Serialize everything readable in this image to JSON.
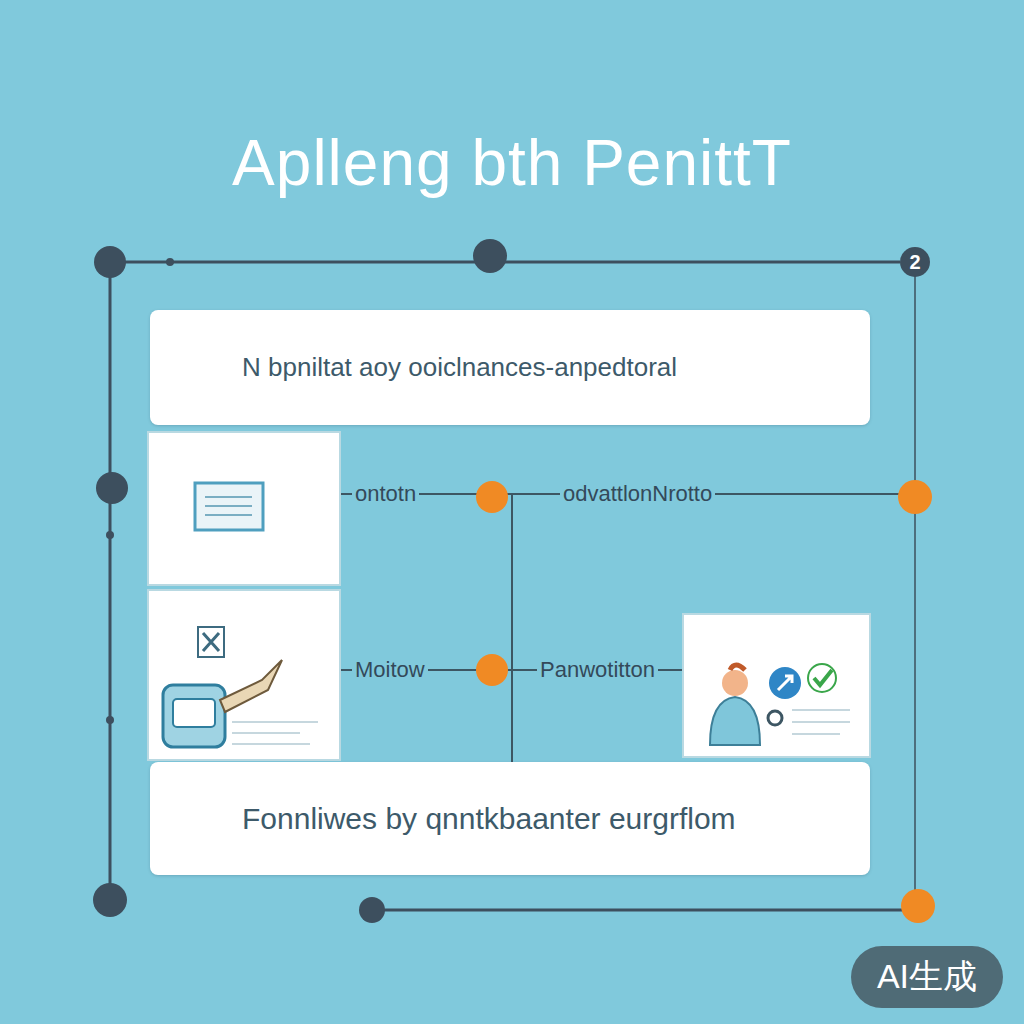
{
  "diagram": {
    "title": "Aplleng bth PenittT",
    "nodes": [
      {
        "text": [
          "N bpniltat aoy ooiclnances-anpedtoral"
        ]
      },
      {
        "text": [
          "Fonnliwes by qnntkbaanter eurgrflom"
        ]
      }
    ],
    "labels": [
      "ontotn",
      "odvattlonNrotto",
      "Moitow",
      "Panwotitton",
      "2",
      "AI生成"
    ]
  }
}
